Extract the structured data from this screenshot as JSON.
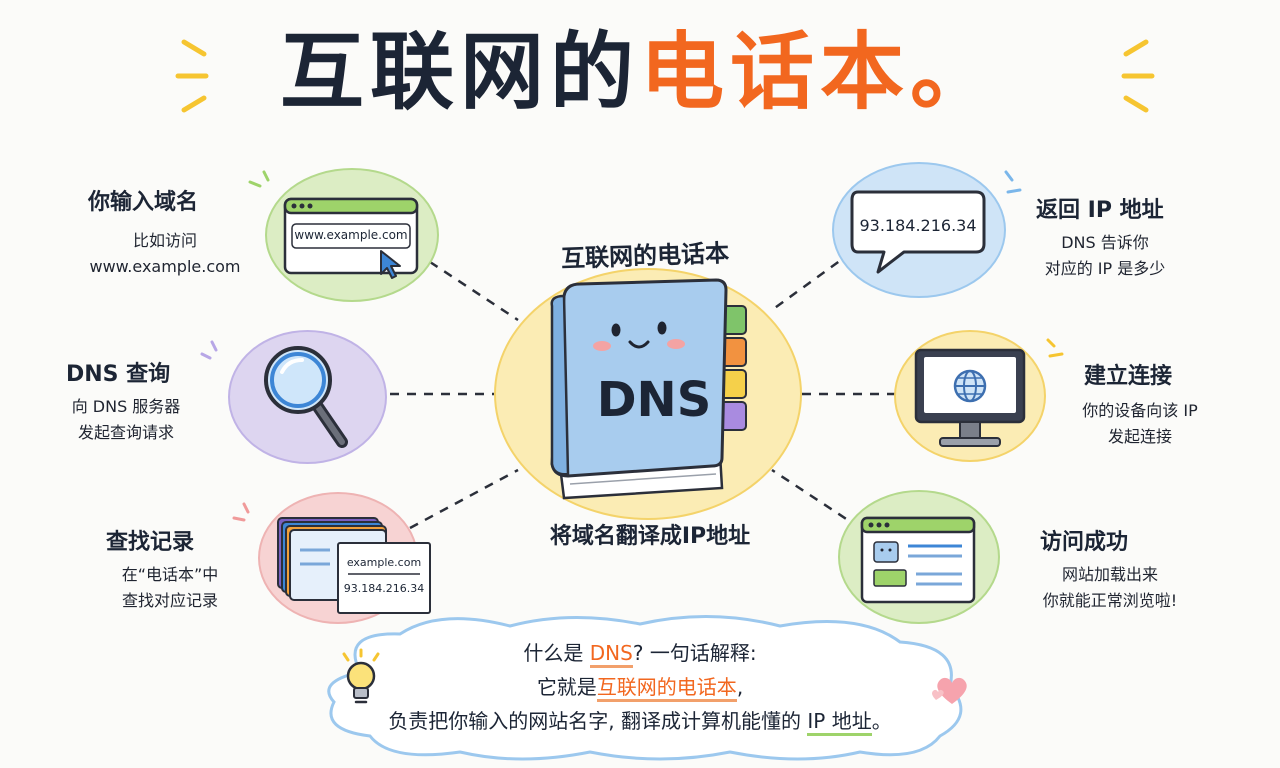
{
  "title": {
    "part1": "互联网的",
    "part2": "电话本。"
  },
  "center": {
    "top_caption": "互联网的电话本",
    "book_label": "DNS",
    "bottom_caption": "将域名翻译成IP地址"
  },
  "steps": {
    "enter_domain": {
      "title": "你输入域名",
      "desc_line1": "比如访问",
      "desc_line2": "www.example.com",
      "browser_url": "www.example.com"
    },
    "dns_query": {
      "title": "DNS 查询",
      "desc_line1": "向 DNS 服务器",
      "desc_line2": "发起查询请求"
    },
    "find_record": {
      "title": "查找记录",
      "desc_line1": "在“电话本”中",
      "desc_line2": "查找对应记录",
      "card_domain": "example.com",
      "card_ip": "93.184.216.34"
    },
    "return_ip": {
      "title": "返回 IP 地址",
      "desc_line1": "DNS 告诉你",
      "desc_line2": "对应的 IP 是多少",
      "bubble_ip": "93.184.216.34"
    },
    "connect": {
      "title": "建立连接",
      "desc_line1": "你的设备向该 IP",
      "desc_line2": "发起连接"
    },
    "success": {
      "title": "访问成功",
      "desc_line1": "网站加载出来",
      "desc_line2": "你就能正常浏览啦!"
    }
  },
  "summary": {
    "line1_a": "什么是 ",
    "line1_b": "DNS",
    "line1_c": "? 一句话解释:",
    "line2_a": "它就是",
    "line2_b": "互联网的电话本",
    "line2_c": ",",
    "line3_a": "负责把你输入的网站名字, 翻译成计算机能懂的 ",
    "line3_b": "IP 地址",
    "line3_c": "。"
  },
  "colors": {
    "accent_orange": "#f2671f",
    "green": "#dcedc4",
    "purple": "#ddd5f0",
    "pink": "#f7d3d3",
    "blue": "#cfe4f7",
    "yellow": "#fbecb4",
    "book_blue": "#a8ccee"
  },
  "icons": [
    "browser-window-icon",
    "cursor-icon",
    "magnifier-icon",
    "book-icon",
    "speech-bubble-icon",
    "monitor-icon",
    "globe-icon",
    "webpage-icon",
    "lightbulb-icon",
    "heart-icon"
  ]
}
